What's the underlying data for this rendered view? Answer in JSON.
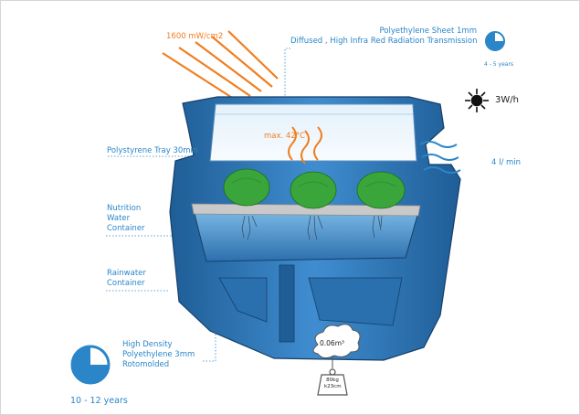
{
  "labels": {
    "irradiance": "1600 mW/cm2",
    "sheet_line1": "Polyethylene Sheet 1mm",
    "sheet_line2": "Diffused , High Infra Red Radiation Transmission",
    "sheet_lifespan": "4 - 5 years",
    "power": "3W/h",
    "airflow": "4 l/ min",
    "max_temp": "max. 42°C",
    "tray": "Polystyrene Tray 30mm",
    "nutrition_line1": "Nutrition",
    "nutrition_line2": "Water",
    "nutrition_line3": "Container",
    "rain_line1": "Rainwater",
    "rain_line2": "Container",
    "hdpe_line1": "High Density",
    "hdpe_line2": "Polyethylene 3mm",
    "hdpe_line3": "Rotomolded",
    "hdpe_lifespan": "10 - 12 years",
    "volume": "0.06m³",
    "weight_line1": "80kg",
    "weight_line2": "k23cm"
  },
  "colors": {
    "accent_blue": "#2a86c9",
    "accent_orange": "#f07e1e",
    "tank_dark": "#1f5d96",
    "tank_mid": "#3f8dd0",
    "water": "#5fa9dd",
    "lettuce": "#3aa53a"
  },
  "lifespan": {
    "sheet_fraction": 0.75,
    "hdpe_fraction": 0.75
  },
  "icons": [
    "sun-icon",
    "lifespan-pie-icon",
    "airflow-waves-icon",
    "heat-waves-icon",
    "drain-cloud-icon",
    "weight-icon"
  ]
}
